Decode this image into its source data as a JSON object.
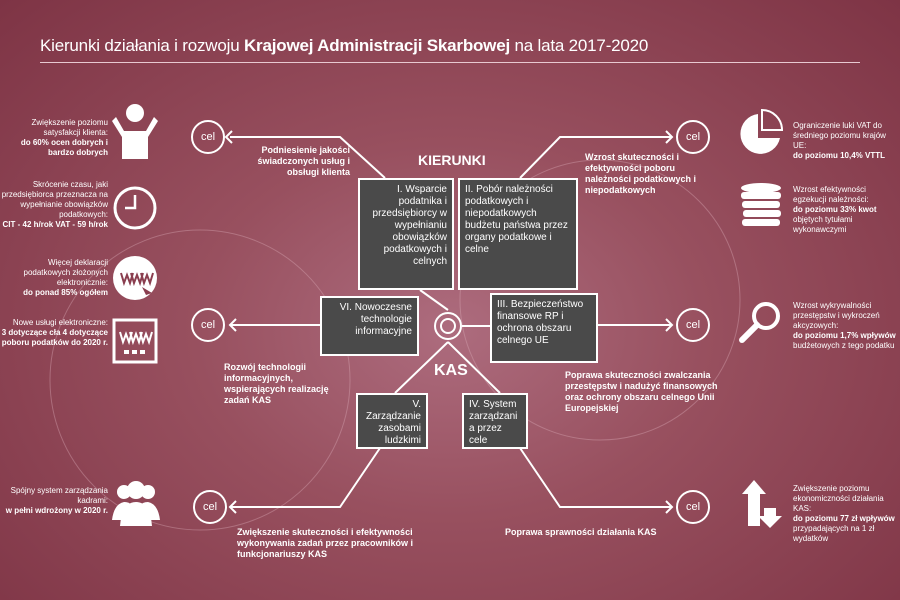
{
  "title": {
    "prefix": "Kierunki działania i rozwoju ",
    "bold": "Krajowej Administracji Skarbowej",
    "suffix": " na lata 2017-2020"
  },
  "labels": {
    "kierunki": "KIERUNKI",
    "kas": "KAS",
    "cel": "cel"
  },
  "boxes": {
    "b1": "I. Wsparcie podatnika i przedsiębiorcy w wypełnianiu obowiązków podatkowych i celnych",
    "b2": "II. Pobór należności podatkowych i niepodatkowych budżetu państwa przez organy podatkowe i celne",
    "b3": "III. Bezpieczeństwo finansowe RP i ochrona obszaru celnego UE",
    "b4": "IV. System zarządzania przez cele",
    "b5": "V. Zarządzanie zasobami ludzkimi",
    "b6": "VI. Nowoczesne technologie informacyjne"
  },
  "goals": {
    "g1": "Podniesienie jakości świadczonych usług i obsługi klienta",
    "g2": "Wzrost skuteczności i efektywności poboru należności podatkowych i niepodatkowych",
    "g3": "Rozwój technologii informacyjnych, wspierających realizację zadań KAS",
    "g4": "Poprawa skuteczności zwalczania przestępstw i nadużyć finansowych oraz ochrony obszaru celnego Unii Europejskiej",
    "g5": "Zwiększenie skuteczności i efektywności wykonywania zadań przez pracowników i funkcjonariuszy KAS",
    "g6": "Poprawa sprawności działania KAS"
  },
  "left": [
    {
      "text": "Zwiększenie poziomu satysfakcji klienta:",
      "bold": "do 60% ocen dobrych i bardzo dobrych",
      "icon": "person-icon"
    },
    {
      "text": "Skrócenie czasu, jaki przedsiębiorca przeznacza na wypełnianie obowiązków podatkowych:",
      "bold": "CIT - 42 h/rok VAT - 59 h/rok",
      "icon": "clock-icon"
    },
    {
      "text": "Więcej deklaracji podatkowych złożonych elektronicznie:",
      "bold": "do ponad 85% ogółem",
      "icon": "www-circle-icon"
    },
    {
      "text": "Nowe usługi elektroniczne:",
      "bold": "3 dotyczące cła 4 dotyczące poboru podatków do 2020 r.",
      "icon": "www-window-icon"
    },
    {
      "text": "Spójny system zarządzania kadrami:",
      "bold": "w pełni wdrożony w 2020 r.",
      "icon": "people-icon"
    }
  ],
  "right": [
    {
      "text": "Ograniczenie luki VAT do średniego poziomu krajów UE:",
      "bold": "do poziomu 10,4% VTTL",
      "after": "",
      "icon": "pie-chart-icon"
    },
    {
      "text": "Wzrost efektywności egzekucji należności:",
      "bold": "do poziomu 33% kwot",
      "after": "objętych tytułami wykonawczymi",
      "icon": "coins-icon"
    },
    {
      "text": "Wzrost wykrywalności przestępstw i wykroczeń akcyzowych:",
      "bold": "do poziomu 1,7% wpływów",
      "after": "budżetowych z tego podatku",
      "icon": "magnifier-icon"
    },
    {
      "text": "Zwiększenie poziomu ekonomiczności działania KAS:",
      "bold": "do poziomu 77 zł wpływów",
      "after": "przypadających na 1 zł wydatków",
      "icon": "arrows-icon"
    }
  ]
}
